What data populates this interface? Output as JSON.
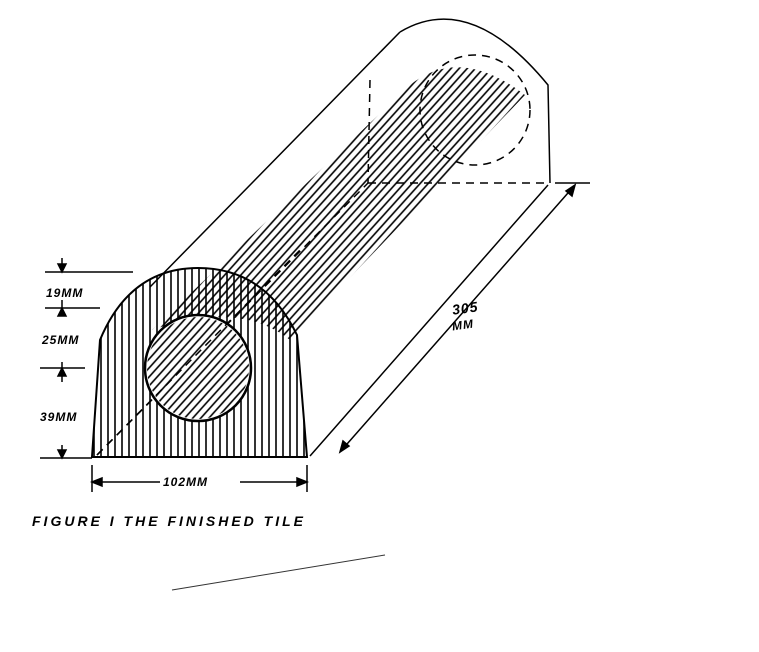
{
  "figure": {
    "caption": "FIGURE I  THE FINISHED TILE",
    "dimensions": {
      "top": "19MM",
      "middle": "25MM",
      "bottom": "39MM",
      "width": "102MM",
      "length_value": "305",
      "length_unit": "MM"
    }
  }
}
